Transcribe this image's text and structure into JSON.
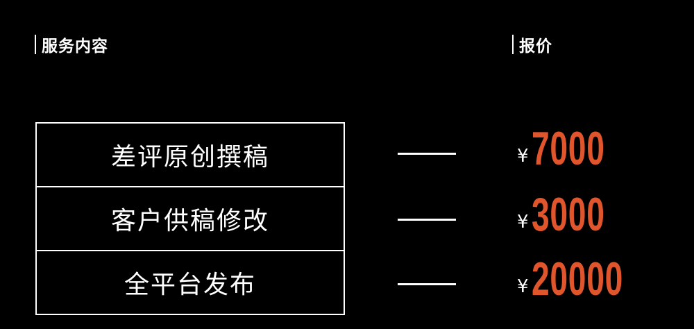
{
  "headers": {
    "service": "服务内容",
    "price": "报价"
  },
  "currency_symbol": "¥",
  "accent_color": "#e0552b",
  "items": [
    {
      "service": "差评原创撰稿",
      "price": "7000"
    },
    {
      "service": "客户供稿修改",
      "price": "3000"
    },
    {
      "service": "全平台发布",
      "price": "20000"
    }
  ]
}
